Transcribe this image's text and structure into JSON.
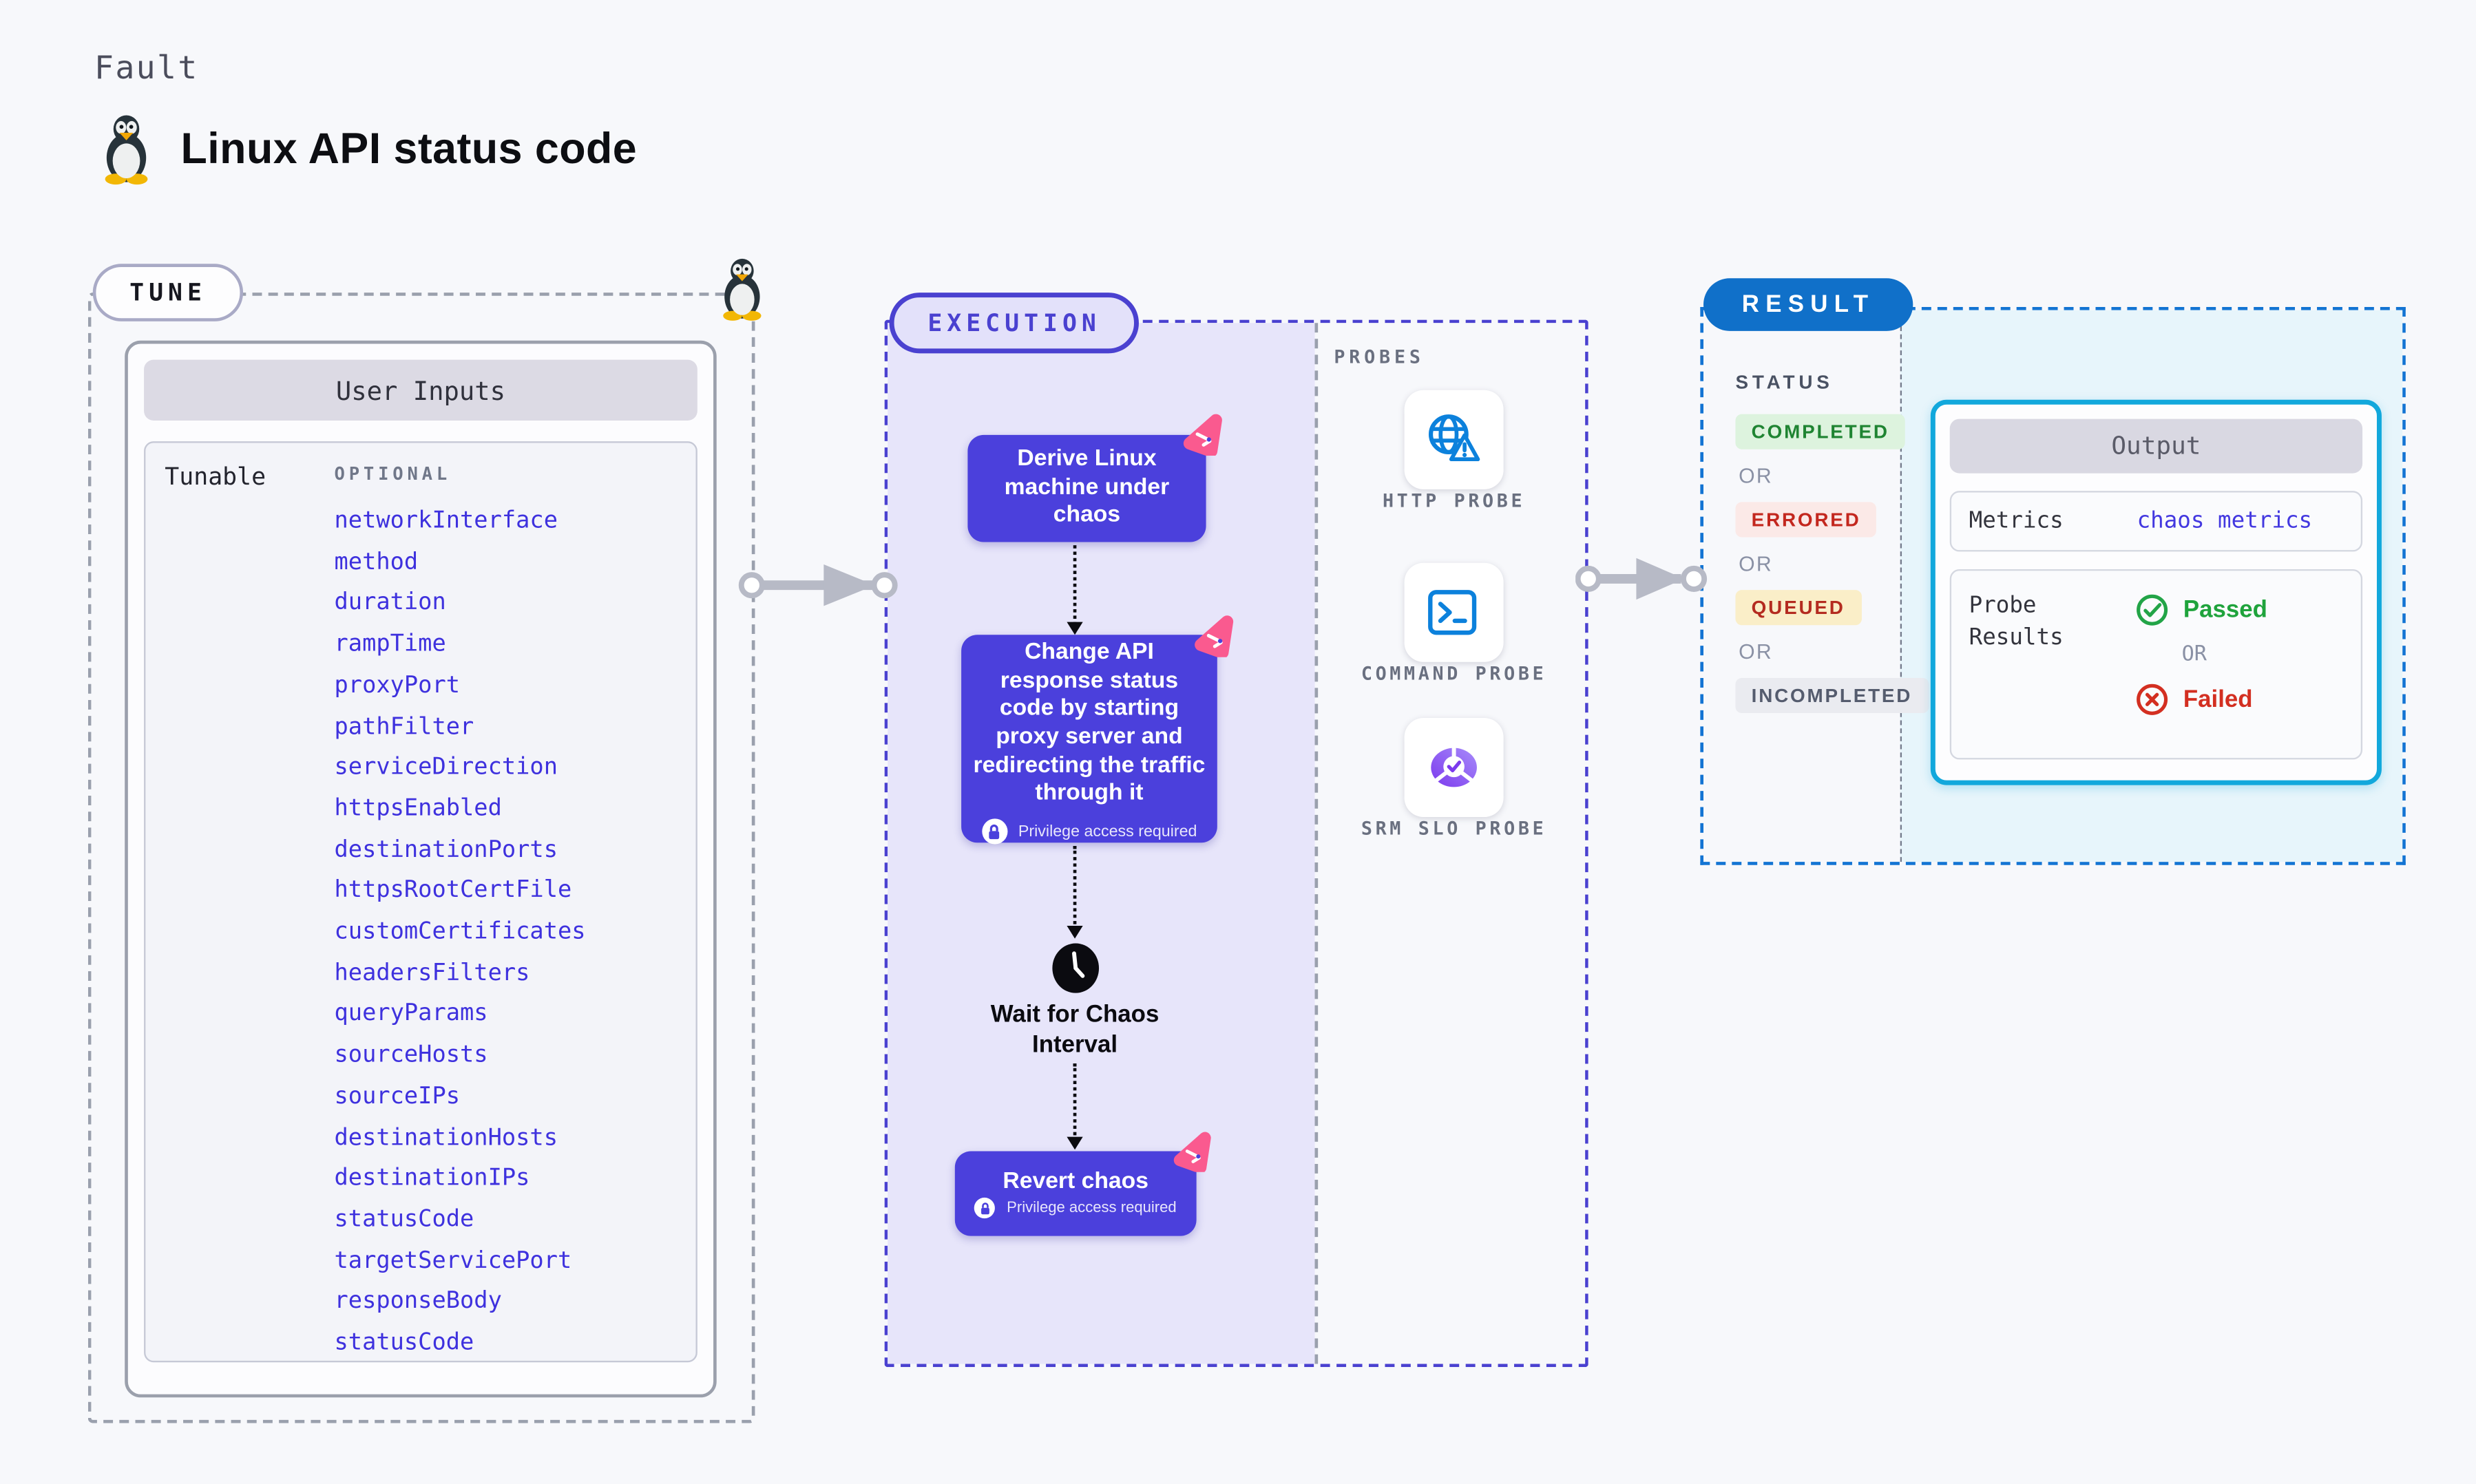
{
  "page": {
    "kicker": "Fault",
    "title": "Linux API status code"
  },
  "tune": {
    "label": "TUNE",
    "card_title": "User Inputs",
    "row_label": "Tunable",
    "optional_label": "OPTIONAL",
    "params": [
      "networkInterface",
      "method",
      "duration",
      "rampTime",
      "proxyPort",
      "pathFilter",
      "serviceDirection",
      "httpsEnabled",
      "destinationPorts",
      "httpsRootCertFile",
      "customCertificates",
      "headersFilters",
      "queryParams",
      "sourceHosts",
      "sourceIPs",
      "destinationHosts",
      "destinationIPs",
      "statusCode",
      "targetServicePort",
      "responseBody",
      "statusCode"
    ]
  },
  "execution": {
    "label": "EXECUTION",
    "steps": [
      {
        "text": "Derive Linux machine under chaos"
      },
      {
        "text": "Change API response status code by starting proxy server and redirecting the traffic through it",
        "privilege": "Privilege access required"
      },
      {
        "text": "Wait for Chaos Interval"
      },
      {
        "text": "Revert chaos",
        "privilege": "Privilege access required"
      }
    ]
  },
  "probes": {
    "label": "PROBES",
    "items": [
      {
        "name": "HTTP PROBE",
        "icon": "http-probe-icon"
      },
      {
        "name": "COMMAND PROBE",
        "icon": "command-probe-icon"
      },
      {
        "name": "SRM SLO PROBE",
        "icon": "srm-slo-probe-icon"
      }
    ]
  },
  "result": {
    "label": "RESULT",
    "status_label": "STATUS",
    "or_label": "OR",
    "statuses": [
      {
        "text": "COMPLETED",
        "fg": "#1f8432",
        "bg": "#ddf3de"
      },
      {
        "text": "ERRORED",
        "fg": "#c3271e",
        "bg": "#fbe9e7"
      },
      {
        "text": "QUEUED",
        "fg": "#b42b20",
        "bg": "#faeec8"
      },
      {
        "text": "INCOMPLETED",
        "fg": "#555c6e",
        "bg": "#eaebf0"
      }
    ],
    "output": {
      "title": "Output",
      "metrics_label": "Metrics",
      "metrics_value": "chaos metrics",
      "probe_results_label": "Probe Results",
      "passed_label": "Passed",
      "failed_label": "Failed"
    }
  },
  "colors": {
    "accent_indigo": "#4a41d0",
    "node_indigo": "#4b40dc",
    "param_blue": "#3e31de",
    "accent_blue": "#1070c9",
    "accent_cyan": "#12a8dc",
    "pink": "#fa5a8f",
    "probe_blue": "#0c81dc",
    "srm_purple": "#8b5cf6"
  }
}
